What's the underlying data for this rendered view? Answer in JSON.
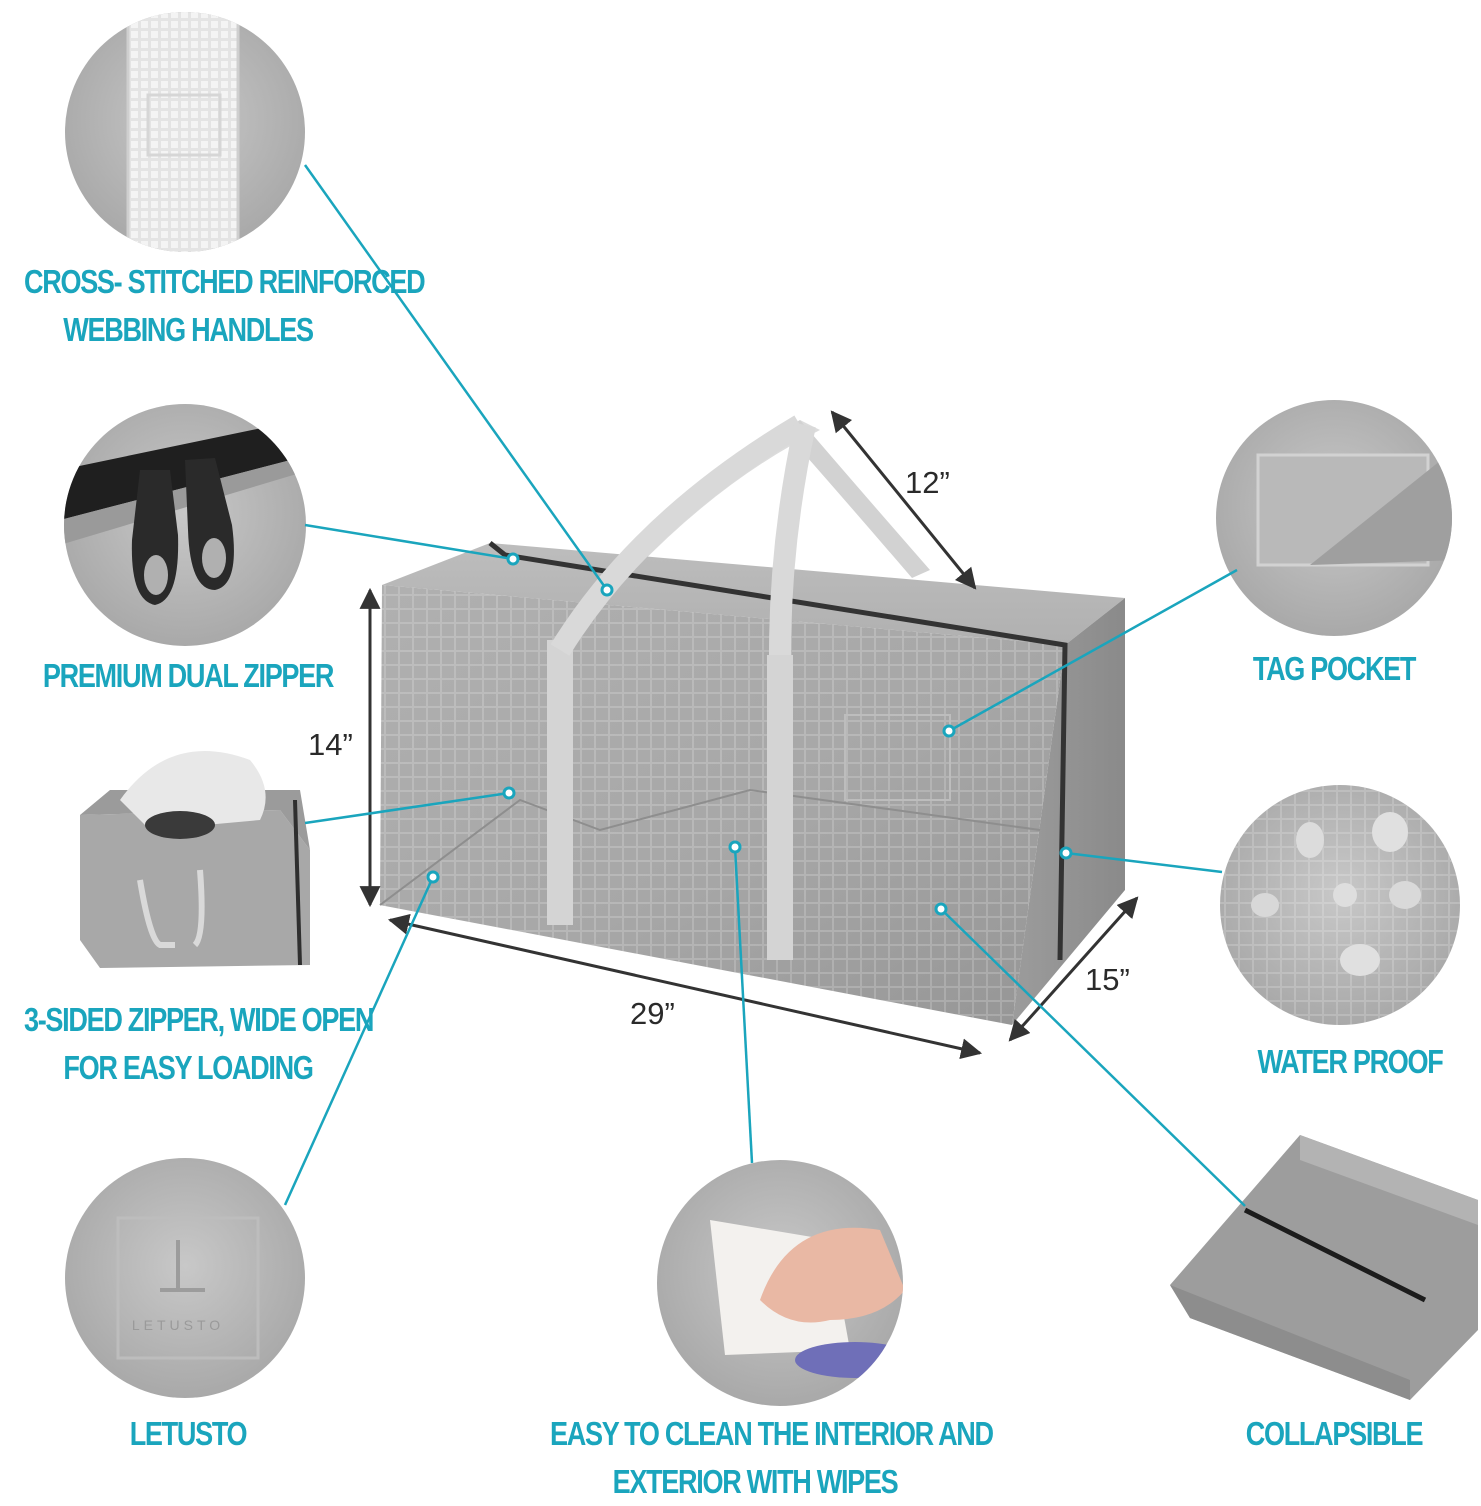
{
  "labels": {
    "handles": [
      "CROSS- STITCHED REINFORCED",
      "WEBBING HANDLES"
    ],
    "zipper": "PREMIUM DUAL ZIPPER",
    "three_sided": [
      "3-SIDED ZIPPER, WIDE OPEN",
      "FOR EASY LOADING"
    ],
    "letusto": "LETUSTO",
    "clean": [
      "EASY TO CLEAN THE INTERIOR AND",
      "EXTERIOR WITH WIPES"
    ],
    "collapsible": "COLLAPSIBLE",
    "tag_pocket": "TAG POCKET",
    "water_proof": "WATER PROOF"
  },
  "dimensions": {
    "length": "29”",
    "height": "14”",
    "depth": "12”",
    "width": "15”"
  },
  "logo_text": "LETUSTO",
  "colors": {
    "accent": "#1aa5bd",
    "bag_gray": "#a9a9a9",
    "zipper": "#3a3a3a"
  }
}
